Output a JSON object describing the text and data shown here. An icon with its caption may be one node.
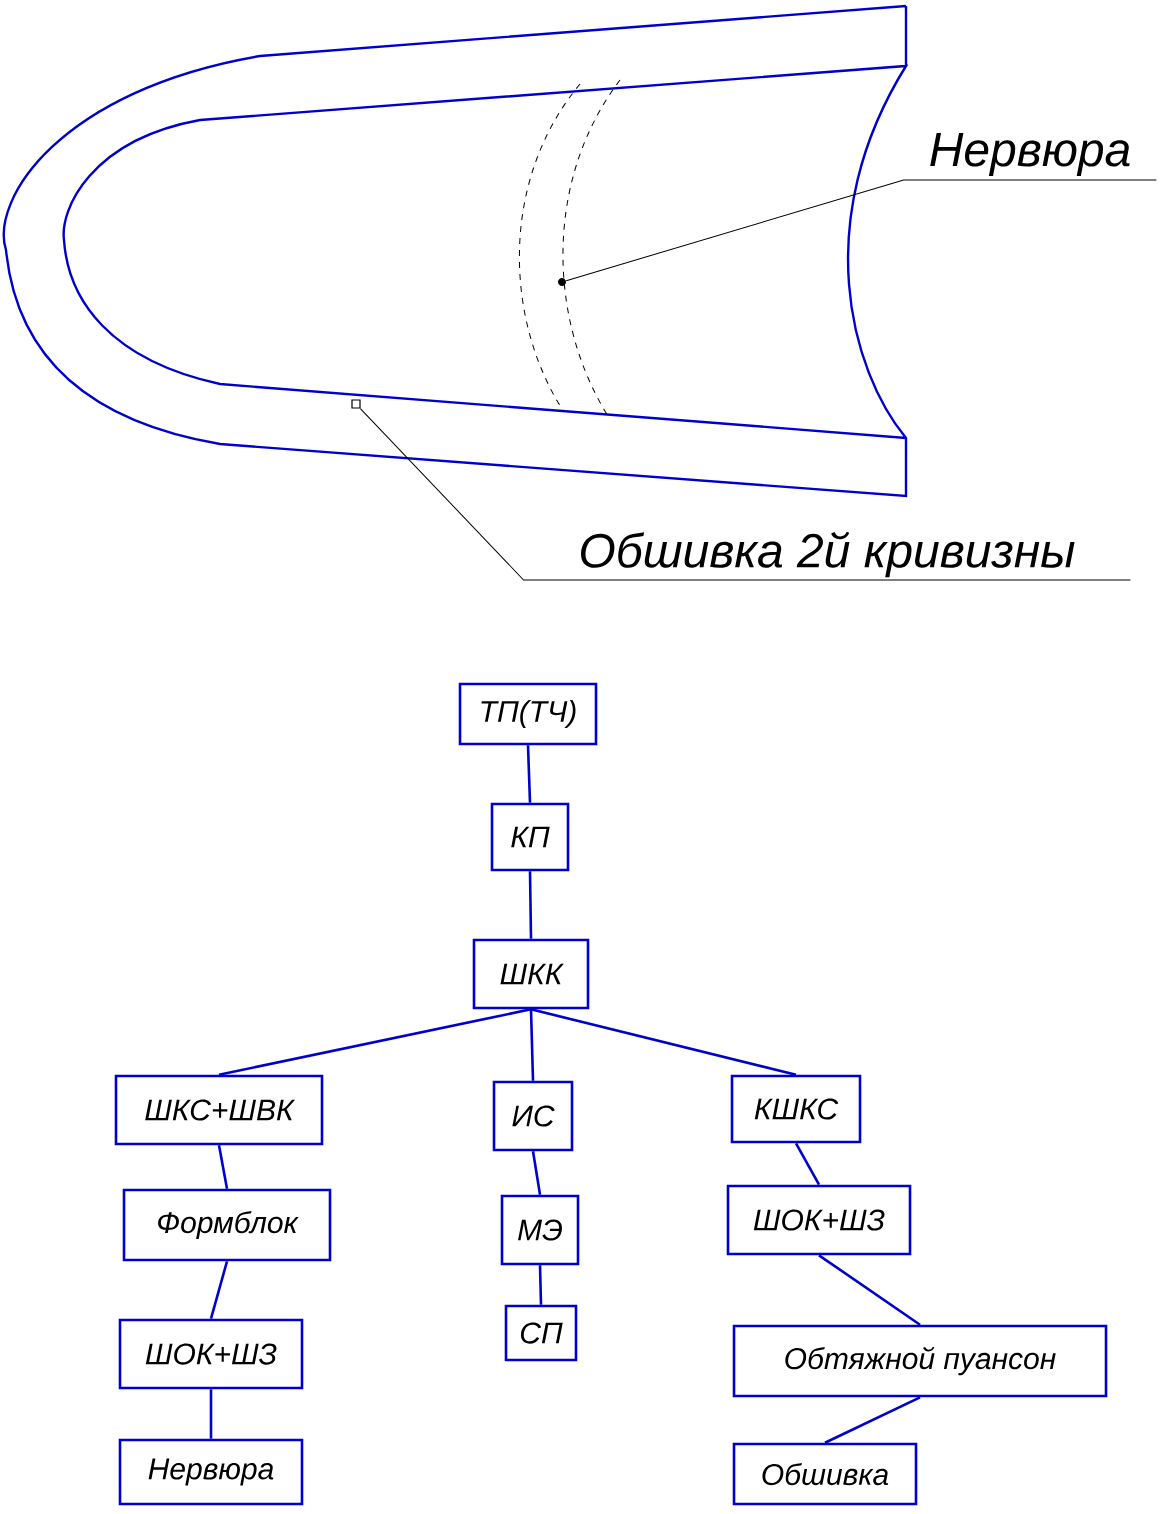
{
  "diagram": {
    "nodes": [
      {
        "text": [
          "Нервюра"
        ]
      },
      {
        "text": [],
        "shape": "dot"
      },
      {
        "text": [
          "Обшивка 2й кривизны"
        ]
      },
      {
        "text": [],
        "shape": "square"
      },
      {
        "text": [
          "ТП(ТЧ)"
        ]
      },
      {
        "text": [
          "КП"
        ]
      },
      {
        "text": [
          "ШКК"
        ]
      },
      {
        "text": [
          "ШКС+ШВК"
        ]
      },
      {
        "text": [
          "ИС"
        ]
      },
      {
        "text": [
          "КШКС"
        ]
      },
      {
        "text": [
          "Формблок"
        ]
      },
      {
        "text": [
          "МЭ"
        ]
      },
      {
        "text": [
          "ШОК+ШЗ"
        ]
      },
      {
        "text": [
          "ШОК+ШЗ"
        ]
      },
      {
        "text": [
          "СП"
        ]
      },
      {
        "text": [
          "Обтяжной пуансон"
        ]
      },
      {
        "text": [
          "Нервюра"
        ]
      },
      {
        "text": [
          "Обшивка"
        ]
      }
    ],
    "edges": [
      {
        "from": 0,
        "to": 1,
        "arrow": "none",
        "color": "#000000"
      },
      {
        "from": 2,
        "to": 3,
        "arrow": "none",
        "color": "#000000"
      },
      {
        "from": 4,
        "to": 5,
        "arrow": "none"
      },
      {
        "from": 5,
        "to": 6,
        "arrow": "none"
      },
      {
        "from": 6,
        "to": 7,
        "arrow": "none"
      },
      {
        "from": 6,
        "to": 8,
        "arrow": "none"
      },
      {
        "from": 6,
        "to": 9,
        "arrow": "none"
      },
      {
        "from": 7,
        "to": 10,
        "arrow": "none"
      },
      {
        "from": 10,
        "to": 13,
        "arrow": "none"
      },
      {
        "from": 13,
        "to": 16,
        "arrow": "none"
      },
      {
        "from": 8,
        "to": 11,
        "arrow": "none"
      },
      {
        "from": 11,
        "to": 14,
        "arrow": "none"
      },
      {
        "from": 9,
        "to": 12,
        "arrow": "none"
      },
      {
        "from": 12,
        "to": 15,
        "arrow": "none"
      },
      {
        "from": 15,
        "to": 17,
        "arrow": "none"
      }
    ]
  }
}
